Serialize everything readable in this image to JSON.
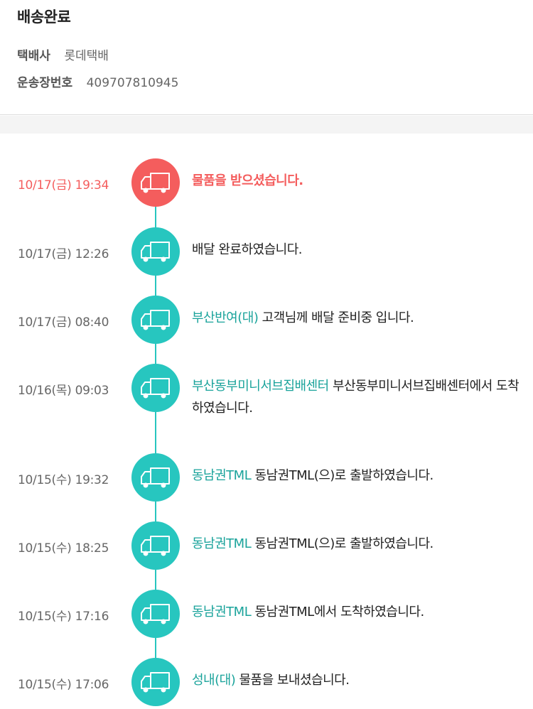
{
  "header": {
    "status": "배송완료",
    "courier_label": "택배사",
    "courier_value": "롯데택배",
    "tracking_label": "운송장번호",
    "tracking_value": "409707810945"
  },
  "colors": {
    "accent": "#27c6bf",
    "current": "#f45d5d",
    "location_text": "#1aa39b"
  },
  "events": [
    {
      "time": "10/17(금) 19:34",
      "location": "",
      "message": "물품을 받으셨습니다.",
      "current": true,
      "icon": "truck-icon"
    },
    {
      "time": "10/17(금) 12:26",
      "location": "",
      "message": "배달 완료하였습니다.",
      "current": false,
      "icon": "truck-icon"
    },
    {
      "time": "10/17(금) 08:40",
      "location": "부산반여(대)",
      "message": "고객님께 배달 준비중 입니다.",
      "current": false,
      "icon": "truck-icon"
    },
    {
      "time": "10/16(목) 09:03",
      "location": "부산동부미니서브집배센터",
      "message": "부산동부미니서브집배센터에서 도착하였습니다.",
      "current": false,
      "icon": "truck-icon"
    },
    {
      "time": "10/15(수) 19:32",
      "location": "동남권TML",
      "message": "동남권TML(으)로 출발하였습니다.",
      "current": false,
      "icon": "truck-icon"
    },
    {
      "time": "10/15(수) 18:25",
      "location": "동남권TML",
      "message": "동남권TML(으)로 출발하였습니다.",
      "current": false,
      "icon": "truck-icon"
    },
    {
      "time": "10/15(수) 17:16",
      "location": "동남권TML",
      "message": "동남권TML에서 도착하였습니다.",
      "current": false,
      "icon": "truck-icon"
    },
    {
      "time": "10/15(수) 17:06",
      "location": "성내(대)",
      "message": "물품을 보내셨습니다.",
      "current": false,
      "icon": "truck-icon"
    }
  ]
}
